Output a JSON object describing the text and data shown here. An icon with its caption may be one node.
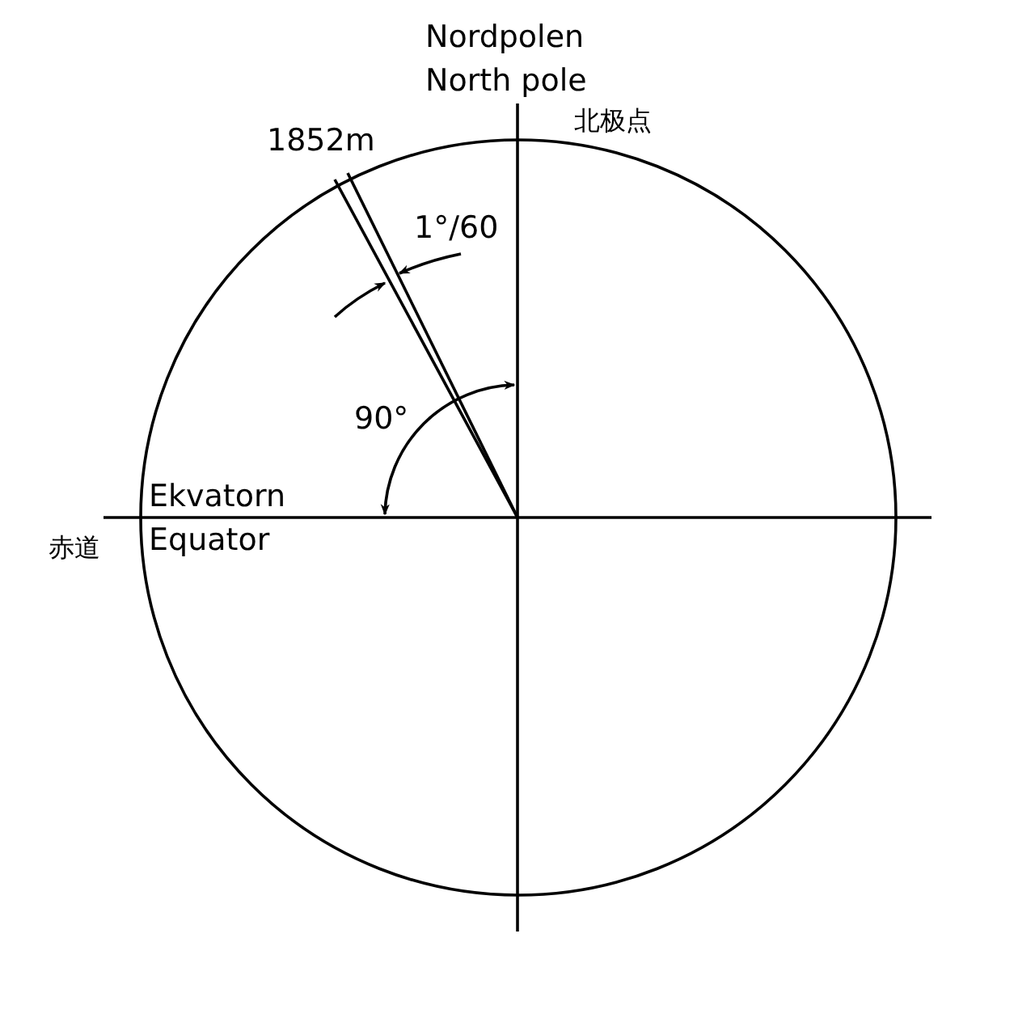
{
  "diagram": {
    "labels": [
      "Nordpolen",
      "North pole",
      "北极点",
      "1852m",
      "1°/60",
      "90°",
      "Ekvatorn",
      "Equator",
      "赤道"
    ]
  }
}
